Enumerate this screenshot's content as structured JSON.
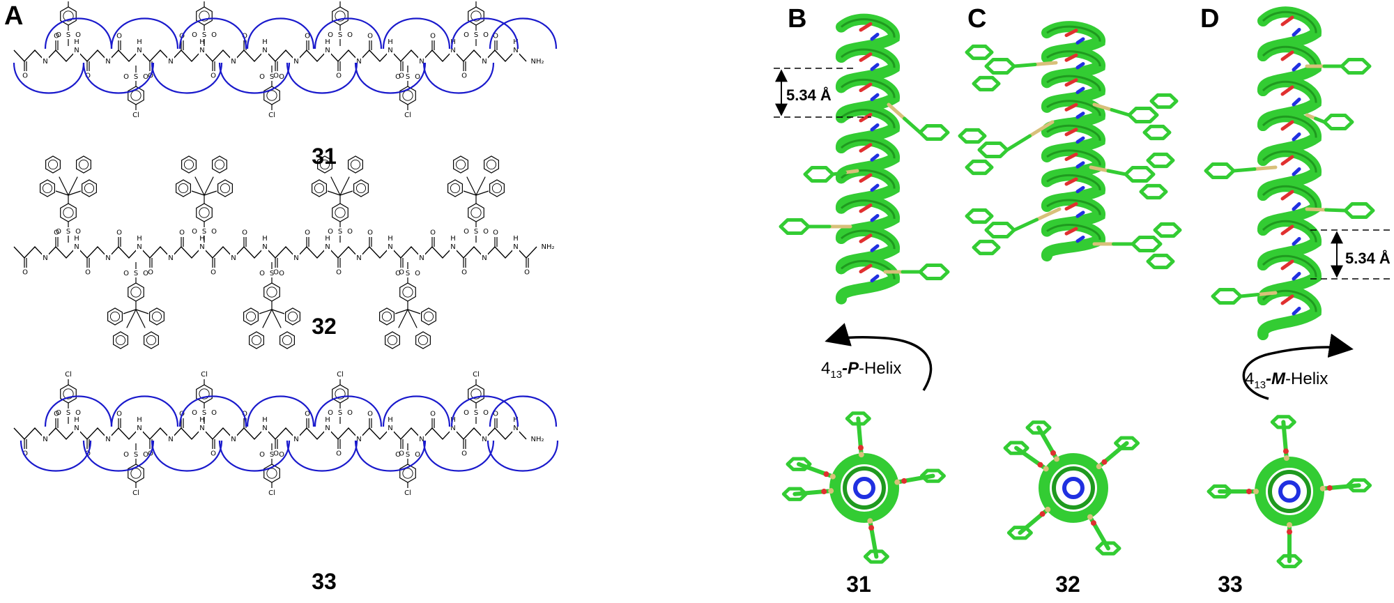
{
  "panels": {
    "a": "A",
    "b": "B",
    "c": "C",
    "d": "D"
  },
  "compounds": {
    "c31": "31",
    "c32": "32",
    "c33": "33",
    "b_top": "31",
    "c_top": "32",
    "d_top": "33"
  },
  "helix": {
    "p_pre": "4",
    "p_sub": "13",
    "p_hand": "-P",
    "p_post": "-Helix",
    "m_pre": "4",
    "m_sub": "13",
    "m_hand": "-M",
    "m_post": "-Helix"
  },
  "distances": {
    "b": "5.34 Å",
    "d": "5.34 Å"
  },
  "atoms": {
    "cl": "Cl",
    "s": "S",
    "o": "O",
    "n": "N",
    "h": "H",
    "nh2": "NH₂"
  },
  "colors": {
    "arc": "#1a1acc",
    "helix": "#33cc33",
    "helix_dark": "#1f9a1f",
    "oxygen": "#e03030",
    "nitrogen": "#2030e0",
    "sulfur": "#d8c07a"
  }
}
